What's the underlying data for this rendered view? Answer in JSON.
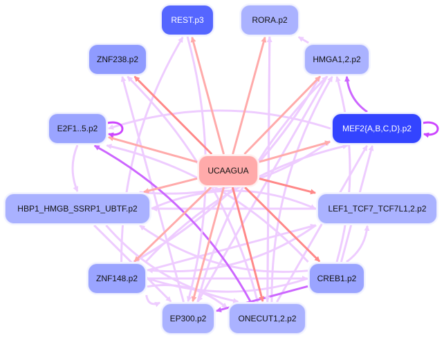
{
  "graph": {
    "title": "",
    "center_node": "UCAAGUA",
    "nodes": [
      {
        "id": "UCAAGUA",
        "label": "UCAAGUA",
        "color": "#ffaaaa",
        "text_color": "#111111",
        "type": "mirna"
      },
      {
        "id": "REST",
        "label": "REST.p3",
        "color": "#5566ff",
        "text_color": "#ffffff",
        "type": "motif"
      },
      {
        "id": "RORA",
        "label": "RORA.p2",
        "color": "#aab2ff",
        "text_color": "#111111",
        "type": "motif"
      },
      {
        "id": "ZNF238",
        "label": "ZNF238.p2",
        "color": "#8f9bff",
        "text_color": "#111111",
        "type": "motif"
      },
      {
        "id": "HMGA",
        "label": "HMGA1,2.p2",
        "color": "#aab2ff",
        "text_color": "#111111",
        "type": "motif"
      },
      {
        "id": "E2F",
        "label": "E2F1..5.p2",
        "color": "#9aa4ff",
        "text_color": "#111111",
        "type": "motif"
      },
      {
        "id": "MEF2",
        "label": "MEF2{A,B,C,D}.p2",
        "color": "#3344ff",
        "text_color": "#ffffff",
        "type": "motif"
      },
      {
        "id": "HBP1",
        "label": "HBP1_HMGB_SSRP1_UBTF.p2",
        "color": "#a9b1ff",
        "text_color": "#111111",
        "type": "motif"
      },
      {
        "id": "LEF1",
        "label": "LEF1_TCF7_TCF7L1,2.p2",
        "color": "#aab2ff",
        "text_color": "#111111",
        "type": "motif"
      },
      {
        "id": "ZNF148",
        "label": "ZNF148.p2",
        "color": "#9aa4ff",
        "text_color": "#111111",
        "type": "motif"
      },
      {
        "id": "CREB1",
        "label": "CREB1.p2",
        "color": "#9aa4ff",
        "text_color": "#111111",
        "type": "motif"
      },
      {
        "id": "EP300",
        "label": "EP300.p2",
        "color": "#aab2ff",
        "text_color": "#111111",
        "type": "motif"
      },
      {
        "id": "ONECUT",
        "label": "ONECUT1,2.p2",
        "color": "#aab2ff",
        "text_color": "#111111",
        "type": "motif"
      }
    ],
    "edges": [
      {
        "source": "UCAAGUA",
        "target": "REST",
        "kind": "mirna"
      },
      {
        "source": "UCAAGUA",
        "target": "RORA",
        "kind": "mirna"
      },
      {
        "source": "UCAAGUA",
        "target": "ZNF238",
        "kind": "mirna-strong"
      },
      {
        "source": "UCAAGUA",
        "target": "HMGA",
        "kind": "mirna"
      },
      {
        "source": "UCAAGUA",
        "target": "E2F",
        "kind": "mirna"
      },
      {
        "source": "UCAAGUA",
        "target": "MEF2",
        "kind": "mirna"
      },
      {
        "source": "UCAAGUA",
        "target": "HBP1",
        "kind": "mirna"
      },
      {
        "source": "UCAAGUA",
        "target": "LEF1",
        "kind": "mirna-strong"
      },
      {
        "source": "UCAAGUA",
        "target": "ZNF148",
        "kind": "mirna"
      },
      {
        "source": "UCAAGUA",
        "target": "CREB1",
        "kind": "mirna-strong"
      },
      {
        "source": "UCAAGUA",
        "target": "EP300",
        "kind": "mirna"
      },
      {
        "source": "UCAAGUA",
        "target": "ONECUT",
        "kind": "mirna-strong"
      },
      {
        "source": "E2F",
        "target": "E2F",
        "kind": "self"
      },
      {
        "source": "MEF2",
        "target": "MEF2",
        "kind": "self"
      },
      {
        "source": "MEF2",
        "target": "HMGA",
        "kind": "tf-strong"
      },
      {
        "source": "HMGA",
        "target": "RORA",
        "kind": "tf"
      },
      {
        "source": "E2F",
        "target": "HBP1",
        "kind": "tf"
      },
      {
        "source": "ZNF148",
        "target": "REST",
        "kind": "tf"
      },
      {
        "source": "ONECUT",
        "target": "RORA",
        "kind": "tf"
      },
      {
        "source": "ONECUT",
        "target": "ZNF238",
        "kind": "tf"
      },
      {
        "source": "ONECUT",
        "target": "HMGA",
        "kind": "tf"
      },
      {
        "source": "ONECUT",
        "target": "MEF2",
        "kind": "tf"
      },
      {
        "source": "ZNF148",
        "target": "HMGA",
        "kind": "tf"
      },
      {
        "source": "ZNF148",
        "target": "MEF2",
        "kind": "tf"
      },
      {
        "source": "ZNF148",
        "target": "CREB1",
        "kind": "tf"
      },
      {
        "source": "ZNF148",
        "target": "EP300",
        "kind": "tf"
      },
      {
        "source": "ZNF148",
        "target": "ONECUT",
        "kind": "tf"
      },
      {
        "source": "ZNF148",
        "target": "LEF1",
        "kind": "tf"
      },
      {
        "source": "CREB1",
        "target": "E2F",
        "kind": "tf"
      },
      {
        "source": "CREB1",
        "target": "ZNF148",
        "kind": "tf"
      },
      {
        "source": "CREB1",
        "target": "EP300",
        "kind": "tf-strong"
      },
      {
        "source": "CREB1",
        "target": "LEF1",
        "kind": "tf"
      },
      {
        "source": "CREB1",
        "target": "HBP1",
        "kind": "tf"
      },
      {
        "source": "CREB1",
        "target": "MEF2",
        "kind": "tf"
      },
      {
        "source": "CREB1",
        "target": "HMGA",
        "kind": "tf"
      },
      {
        "source": "EP300",
        "target": "HMGA",
        "kind": "tf"
      },
      {
        "source": "EP300",
        "target": "ZNF238",
        "kind": "tf"
      },
      {
        "source": "HBP1",
        "target": "MEF2",
        "kind": "tf"
      },
      {
        "source": "HBP1",
        "target": "LEF1",
        "kind": "tf"
      },
      {
        "source": "HBP1",
        "target": "EP300",
        "kind": "tf"
      },
      {
        "source": "HBP1",
        "target": "ONECUT",
        "kind": "tf"
      },
      {
        "source": "LEF1",
        "target": "ZNF148",
        "kind": "tf"
      },
      {
        "source": "LEF1",
        "target": "HBP1",
        "kind": "tf"
      },
      {
        "source": "MEF2",
        "target": "E2F",
        "kind": "tf"
      },
      {
        "source": "HMGA",
        "target": "ZNF148",
        "kind": "tf"
      },
      {
        "source": "HMGA",
        "target": "EP300",
        "kind": "tf"
      },
      {
        "source": "ONECUT",
        "target": "E2F",
        "kind": "tf-strong"
      },
      {
        "source": "REST",
        "target": "EP300",
        "kind": "tf"
      },
      {
        "source": "RORA",
        "target": "ONECUT",
        "kind": "tf"
      }
    ],
    "legend_colors": {
      "mirna_edge": "#ffaaaa",
      "mirna_edge_strong": "#ff8888",
      "tf_edge": "#eeccff",
      "tf_edge_strong": "#cc66ff",
      "self_loop": "#cc44ff"
    }
  }
}
